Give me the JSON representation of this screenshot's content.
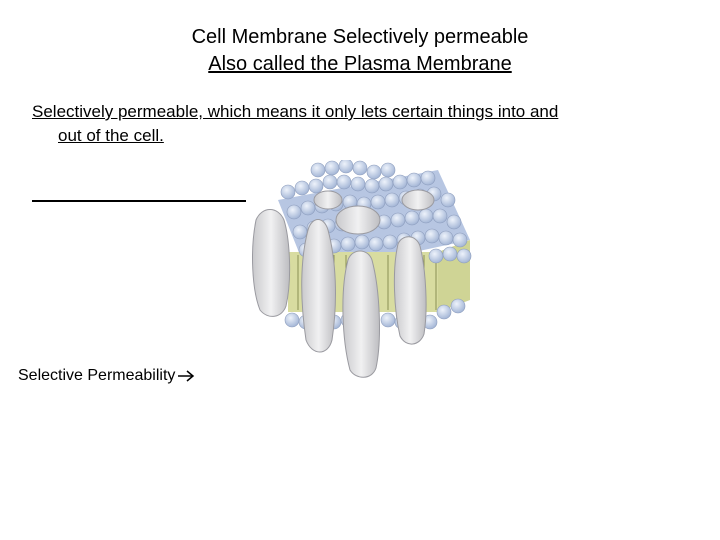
{
  "slide": {
    "title_line1": "Cell Membrane Selectively permeable",
    "title_line2": "Also called the Plasma Membrane",
    "paragraph_line1": "Selectively permeable, which means it only lets certain things into and",
    "paragraph_line2": "out of the cell.",
    "caption": "Selective Permeability"
  },
  "icons": {
    "caption_arrow": "right-arrow-icon"
  },
  "colors": {
    "phospholipid_head": "#c9d6ee",
    "lipid_tail": "#d8dca0",
    "protein": "#e2e2e4"
  }
}
